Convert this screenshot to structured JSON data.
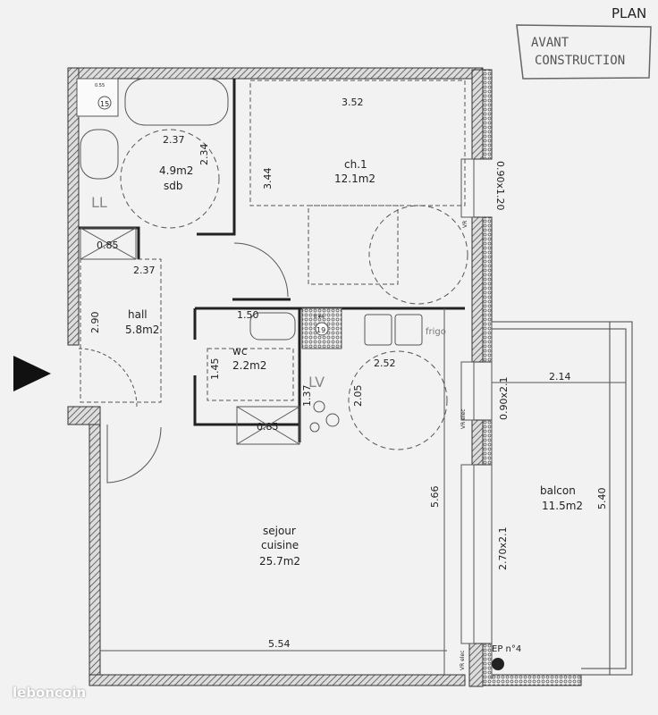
{
  "header": {
    "title": "PLAN",
    "note_line1": "AVANT",
    "note_line2": "CONSTRUCTION"
  },
  "rooms": {
    "sdb": {
      "area": "4.9m2",
      "name": "sdb",
      "dim_w": "2.37",
      "dim_h": "2.34"
    },
    "ch1": {
      "name": "ch.1",
      "area": "12.1m2",
      "dim_w": "3.52",
      "dim_h": "3.44"
    },
    "hall": {
      "name": "hall",
      "area": "5.8m2",
      "dim_w": "2.37",
      "dim_h": "2.90"
    },
    "wc": {
      "name": "wc",
      "area": "2.2m2",
      "dim_w": "1.50",
      "dim_h": "1.45"
    },
    "sejour": {
      "name_line1": "sejour",
      "name_line2": "cuisine",
      "area": "25.7m2",
      "dim_w": "5.54",
      "dim_h": "5.66"
    },
    "kitchen": {
      "dim_w": "2.52",
      "dim_h": "2.05",
      "dim_side": "1.37",
      "frigo": "frigo",
      "lv": "LV"
    },
    "balcon": {
      "name": "balcon",
      "area": "11.5m2",
      "dim_w": "2.14",
      "dim_h": "5.40"
    }
  },
  "fixtures": {
    "ll": "LL",
    "closet1": "0.85",
    "closet2": "0.85",
    "shaft1": "15",
    "shaft2": "19",
    "shaft_dim1": "0.55",
    "shaft_dim2": "0.44",
    "vr": "VR",
    "vr_elec1": "VR elec",
    "vr_elec2": "VR elec",
    "ep": "EP n°4"
  },
  "windows": {
    "ch1": "0.90x1.20",
    "kitchen": "0.90x2.1",
    "sejour": "2.70x2.1"
  },
  "watermark": "leboncoin"
}
